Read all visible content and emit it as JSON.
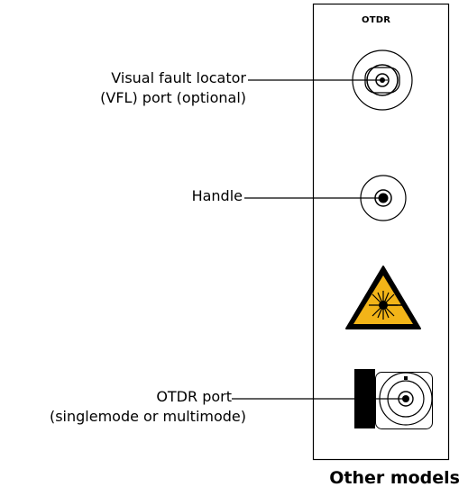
{
  "panel": {
    "label": "OTDR"
  },
  "callouts": {
    "vfl_line1": "Visual fault locator",
    "vfl_line2": "(VFL) port (optional)",
    "handle": "Handle",
    "otdr_line1": "OTDR port",
    "otdr_line2": "(singlemode or multimode)"
  },
  "caption": "Other models",
  "colors": {
    "line": "#000000",
    "warning_fill": "#f2b418",
    "background": "#ffffff"
  },
  "icons": {
    "vfl_port": "vfl-port-icon",
    "handle": "handle-icon",
    "laser_warning": "laser-warning-icon",
    "otdr_port": "otdr-port-icon"
  }
}
